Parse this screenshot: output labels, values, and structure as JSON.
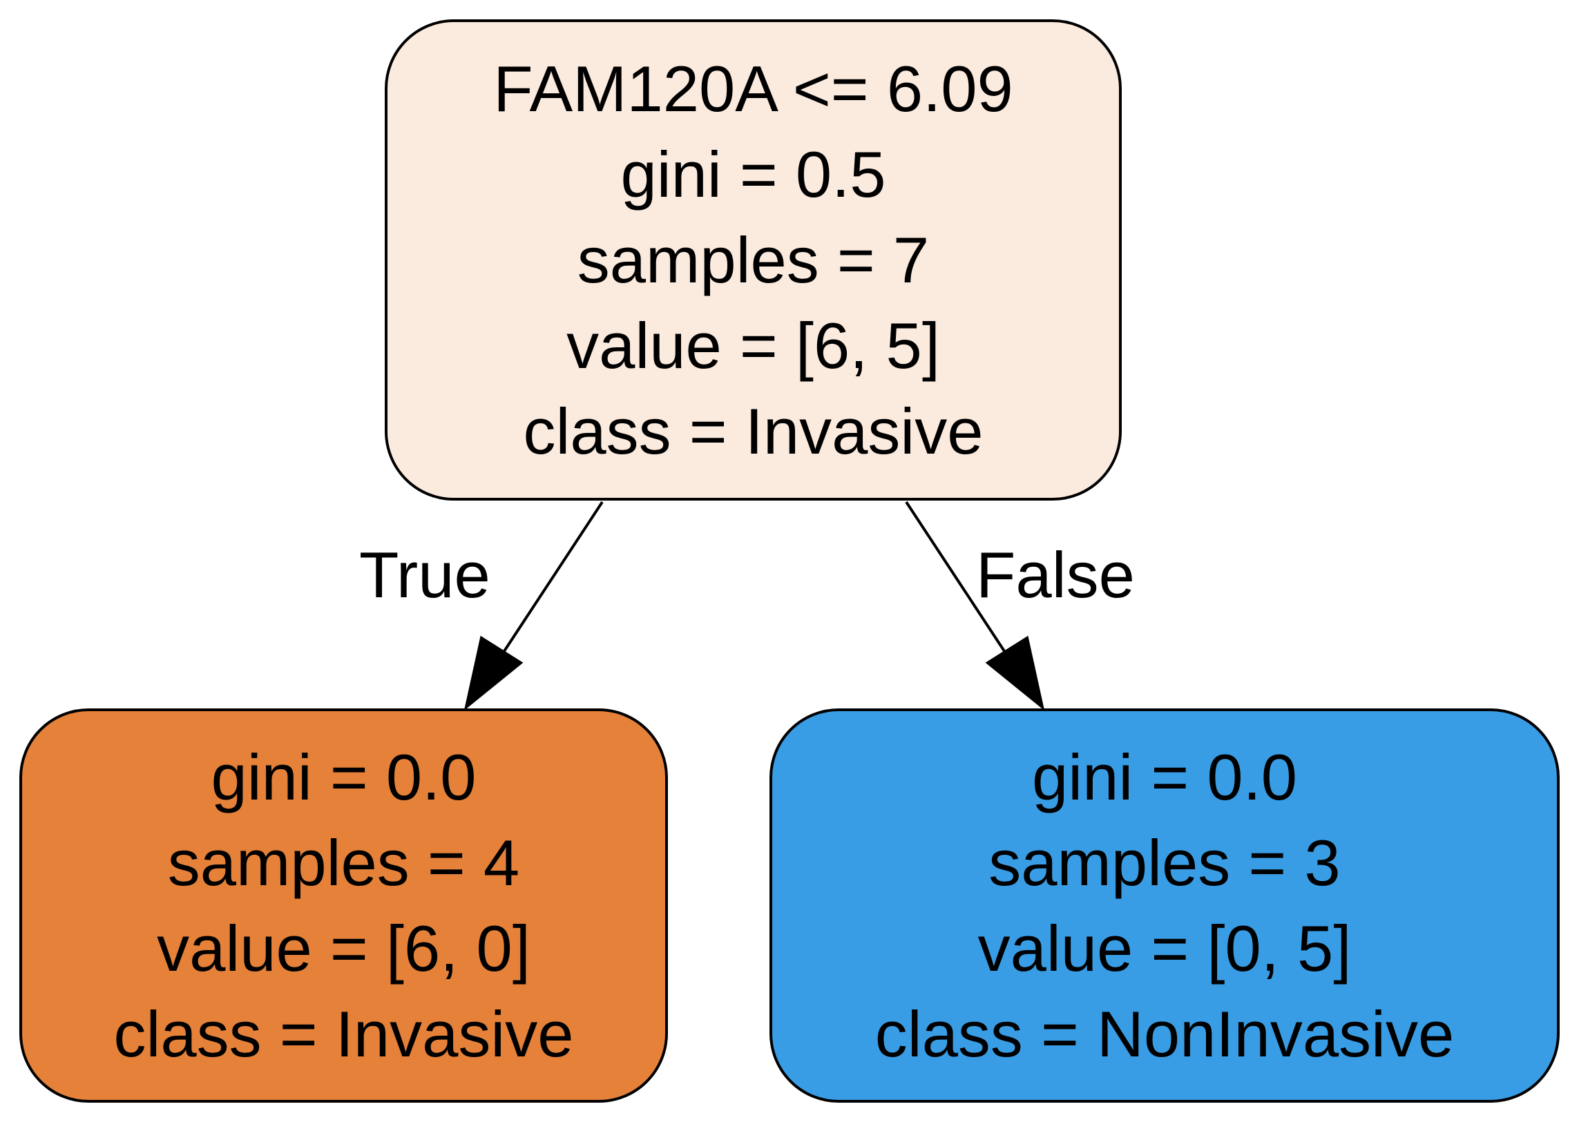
{
  "tree": {
    "root": {
      "condition": "FAM120A <= 6.09",
      "gini": "gini = 0.5",
      "samples": "samples = 7",
      "value": "value = [6, 5]",
      "class": "class = Invasive",
      "fill_color": "#fbeade"
    },
    "left_leaf": {
      "gini": "gini = 0.0",
      "samples": "samples = 4",
      "value": "value = [6, 0]",
      "class": "class = Invasive",
      "fill_color": "#e58139"
    },
    "right_leaf": {
      "gini": "gini = 0.0",
      "samples": "samples = 3",
      "value": "value = [0, 5]",
      "class": "class = NonInvasive",
      "fill_color": "#399de5"
    },
    "edges": {
      "true_label": "True",
      "false_label": "False"
    }
  },
  "colors": {
    "stroke": "#000000",
    "background": "#ffffff"
  }
}
